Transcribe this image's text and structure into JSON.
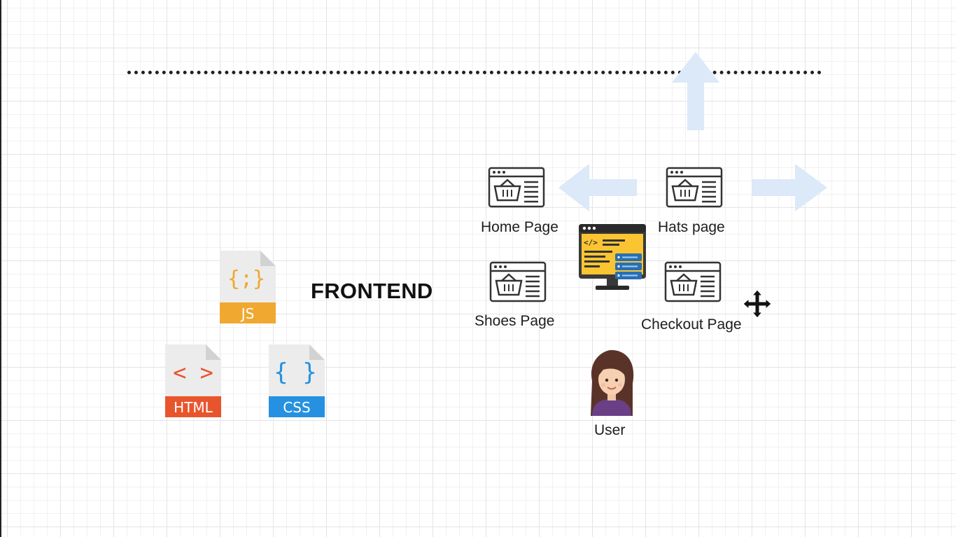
{
  "diagram": {
    "title": "FRONTEND",
    "pages": {
      "home": "Home Page",
      "hats": "Hats page",
      "shoes": "Shoes Page",
      "checkout": "Checkout Page"
    },
    "user_label": "User",
    "files": {
      "js": {
        "badge": "JS",
        "glyph": "{;}",
        "color": "#f0a830"
      },
      "html": {
        "badge": "HTML",
        "glyph": "< >",
        "color": "#e8552d"
      },
      "css": {
        "badge": "CSS",
        "glyph": "{ }",
        "color": "#2691e0"
      }
    },
    "arrow_color": "#dbe9f8"
  }
}
